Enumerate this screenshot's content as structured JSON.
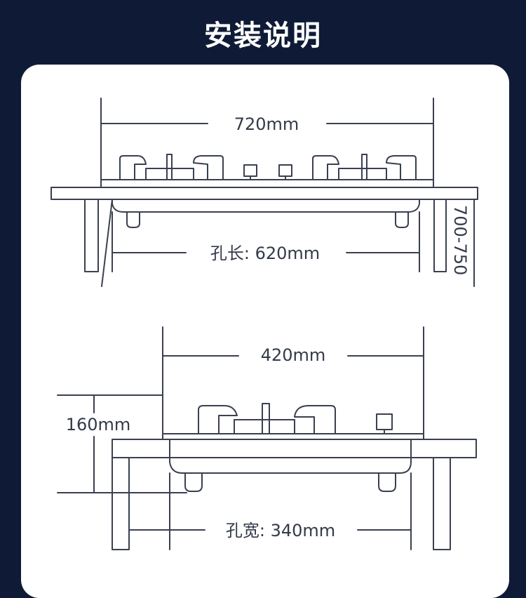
{
  "title": "安装说明",
  "colors": {
    "background": "#0f1b36",
    "card": "#ffffff",
    "line": "#3a4050"
  },
  "top_view": {
    "width_label": "720mm",
    "hole_length_label": "孔长: 620mm",
    "height_label": "700-750"
  },
  "side_view": {
    "width_label": "420mm",
    "depth_label": "160mm",
    "hole_width_label": "孔宽: 340mm"
  }
}
